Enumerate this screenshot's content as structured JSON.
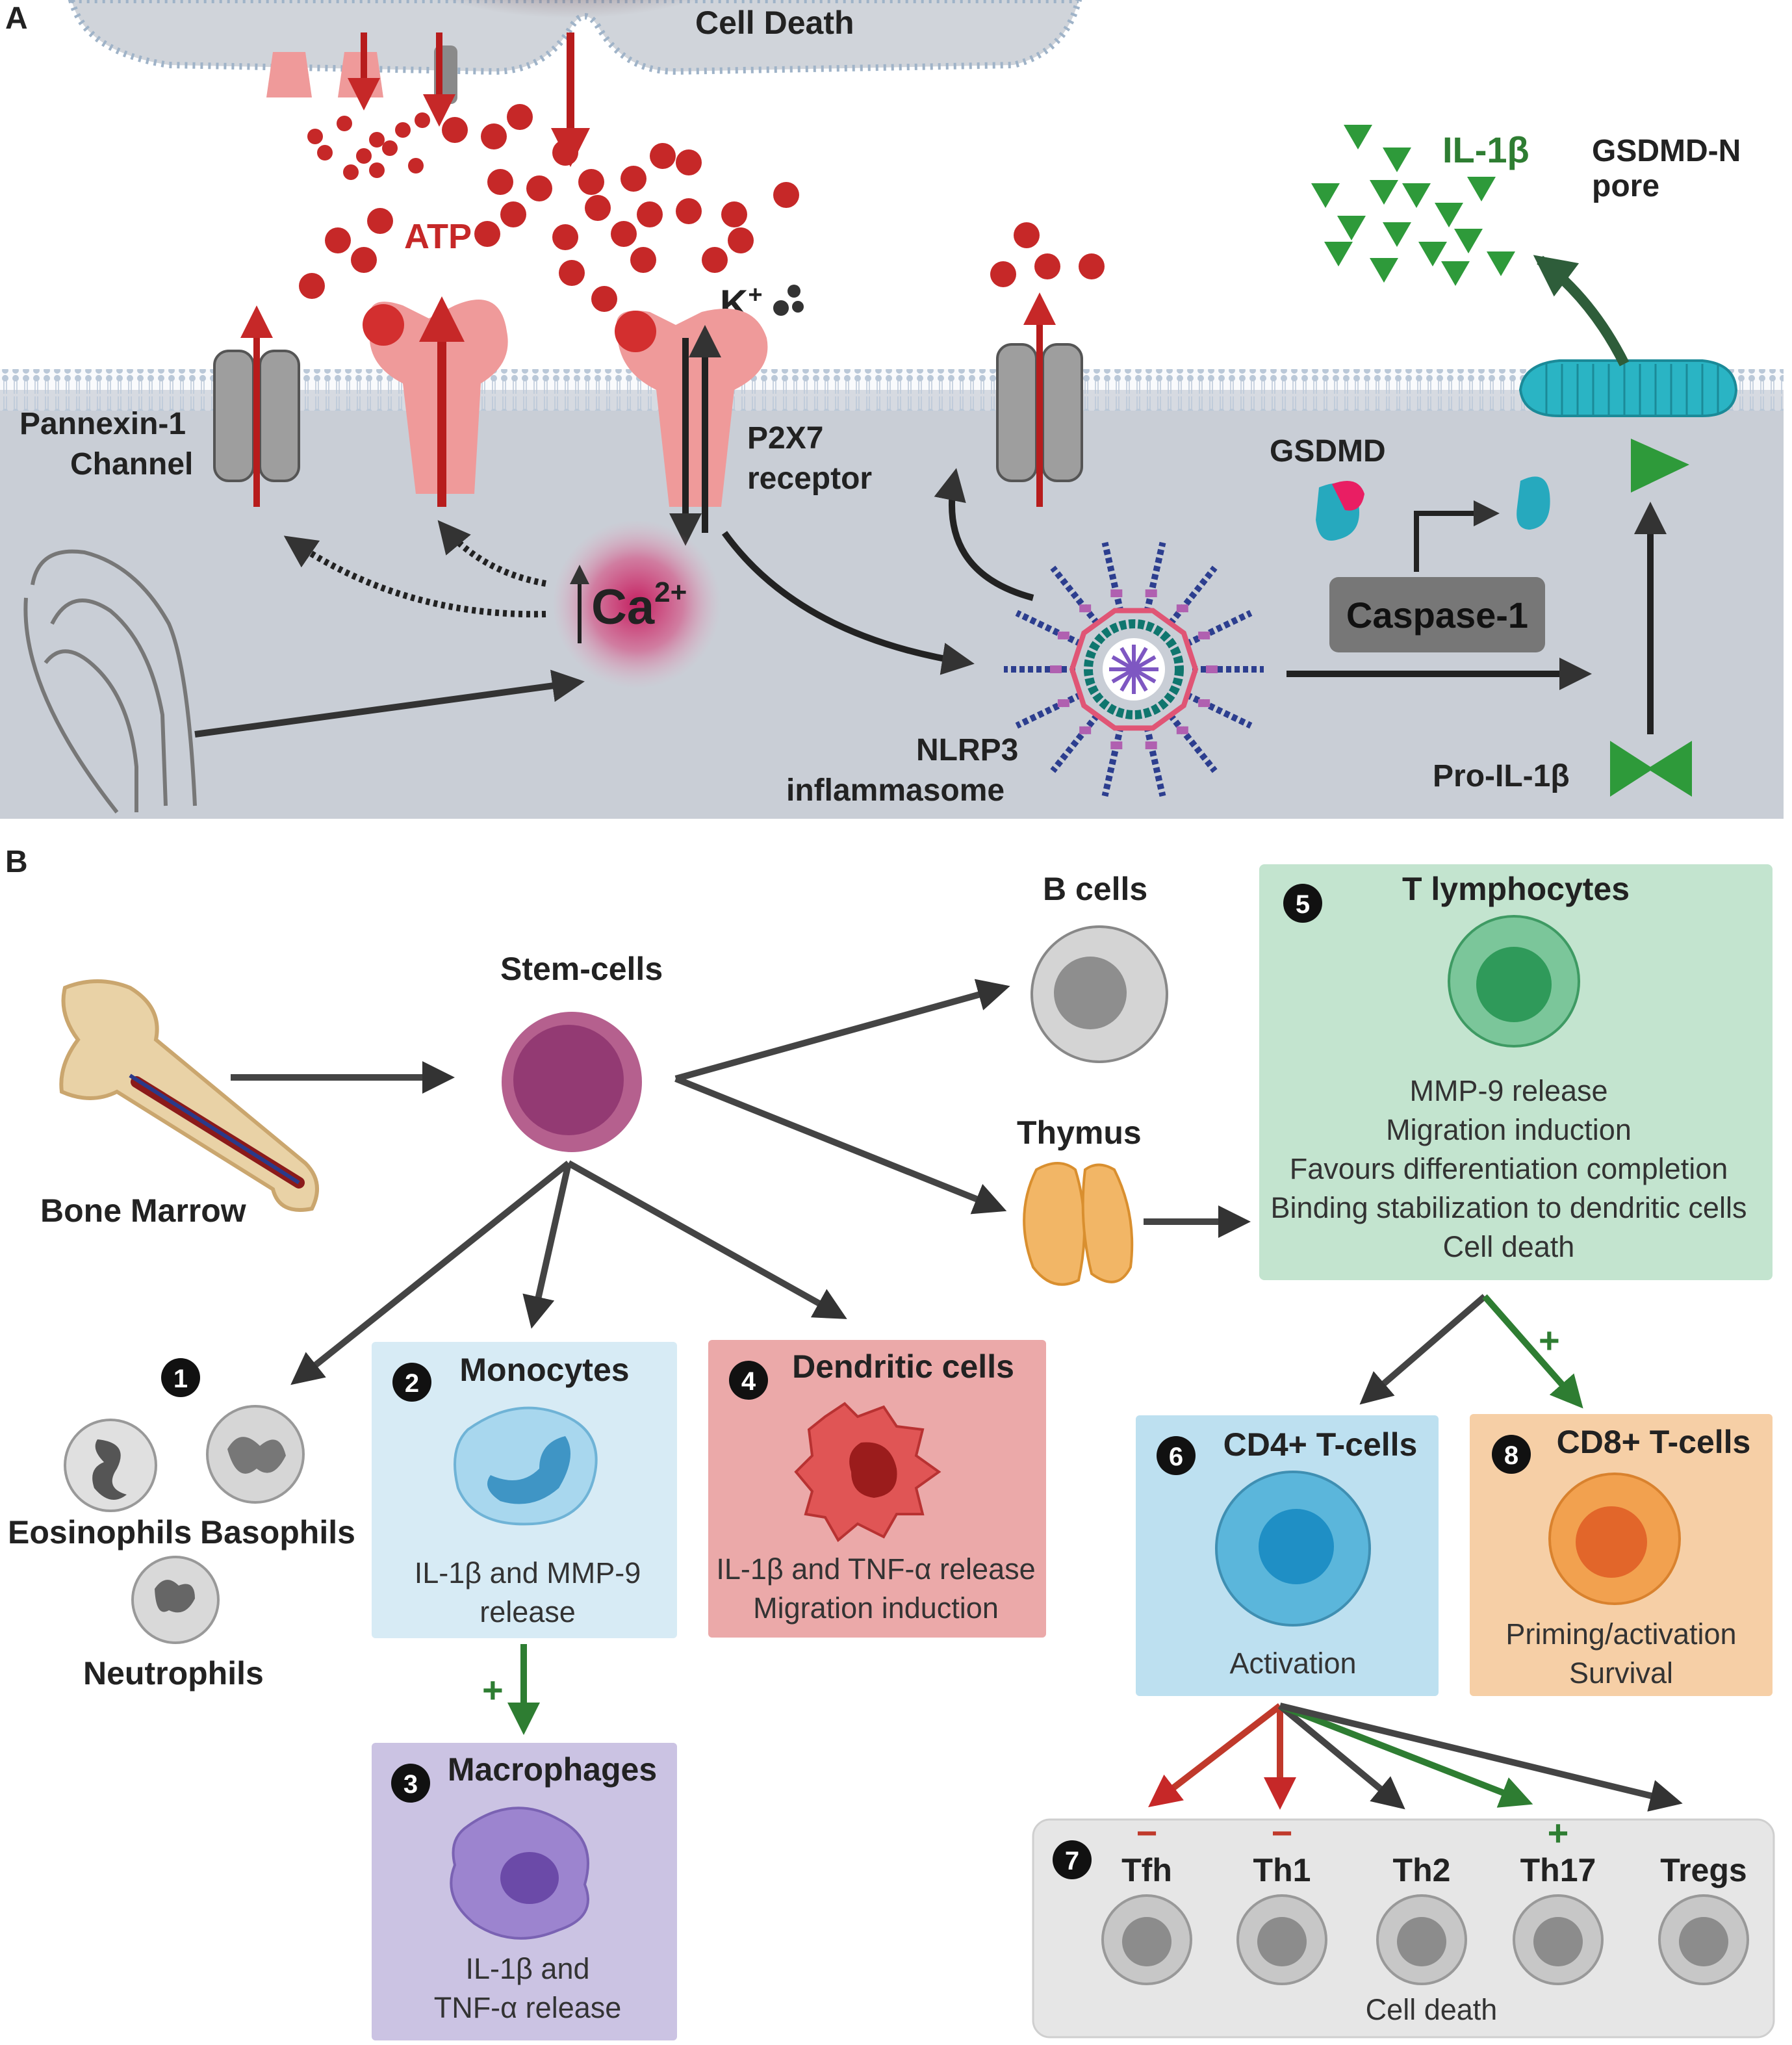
{
  "panel_a": {
    "letter": "A",
    "cell_death": "Cell Death",
    "atp": "ATP",
    "k_plus": "K",
    "k_sup": "+",
    "pannexin": [
      "Pannexin-1",
      "Channel"
    ],
    "p2x7": [
      "P2X7",
      "receptor"
    ],
    "ca": "Ca",
    "ca_sup": "2+",
    "nlrp3": [
      "NLRP3",
      "inflammasome"
    ],
    "gsdmd": "GSDMD",
    "caspase": "Caspase-1",
    "il1b": "IL-1β",
    "gsdmd_pore": [
      "GSDMD-N",
      "pore"
    ],
    "pro_il1b": "Pro-IL-1β"
  },
  "panel_b": {
    "letter": "B",
    "bone_marrow": "Bone Marrow",
    "stem_cells": "Stem-cells",
    "b_cells": "B cells",
    "thymus": "Thymus",
    "granulocytes": {
      "number": "1",
      "eosinophils": "Eosinophils",
      "basophils": "Basophils",
      "neutrophils": "Neutrophils"
    },
    "monocytes": {
      "number": "2",
      "title": "Monocytes",
      "lines": [
        "IL-1β and MMP-9",
        "release"
      ]
    },
    "macrophages": {
      "number": "3",
      "title": "Macrophages",
      "lines": [
        "IL-1β and",
        "TNF-α release"
      ]
    },
    "dendritic": {
      "number": "4",
      "title": "Dendritic cells",
      "lines": [
        "IL-1β and TNF-α release",
        "Migration induction"
      ]
    },
    "t_lymphocytes": {
      "number": "5",
      "title": "T lymphocytes",
      "lines": [
        "MMP-9 release",
        "Migration induction",
        "Favours differentiation completion",
        "Binding stabilization to dendritic cells",
        "Cell death"
      ]
    },
    "cd4": {
      "number": "6",
      "title": "CD4+ T-cells",
      "lines": [
        "Activation"
      ]
    },
    "subsets": {
      "number": "7",
      "labels": [
        "Tfh",
        "Th1",
        "Th2",
        "Th17",
        "Tregs"
      ],
      "signs": [
        "−",
        "−",
        "",
        "+",
        ""
      ],
      "footer": "Cell death"
    },
    "cd8": {
      "number": "8",
      "title": "CD8+ T-cells",
      "lines": [
        "Priming/activation",
        "Survival"
      ]
    },
    "plus": "+"
  },
  "colors": {
    "atp_red": "#c62828",
    "green": "#2e7d32",
    "membrane": "#c9ced6",
    "mono_box": "#d7ebf5",
    "dc_box": "#eba9a9",
    "mac_box": "#cbc3e3",
    "tlymph_box": "#c3e4cf",
    "cd4_box": "#bde0f0",
    "cd8_box": "#f6cfa6",
    "subset_box": "#e6e6e6"
  }
}
